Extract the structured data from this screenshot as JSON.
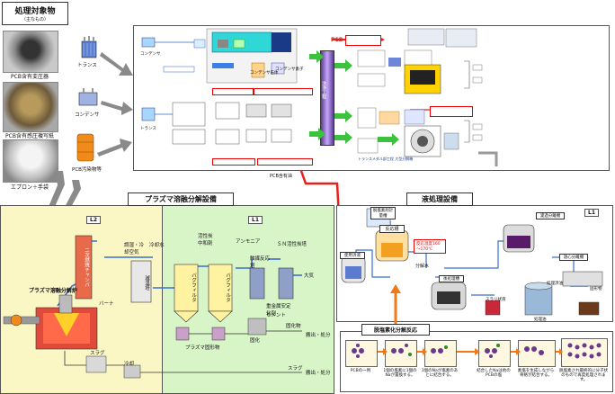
{
  "header": {
    "title": "処理対象物",
    "subtitle": "（主なもの）"
  },
  "sources": [
    {
      "caption": "PCB含有変圧器"
    },
    {
      "caption": "PCB含有感圧複写紙"
    },
    {
      "caption": "エプロン＋手袋"
    }
  ],
  "source_icons": {
    "transformer": "トランス",
    "capacitor": "コンデンサ",
    "drum": "PCB汚染物等"
  },
  "top_process": {
    "items": [
      "コンデンサ",
      "トランス",
      "コンデンサ缶体",
      "コンデンサ素子"
    ],
    "pcb_label": "PCB",
    "pcb_oil_label": "PCB含有油",
    "vertical_label": "洗浄工程",
    "bottom_label": "トランスメダル部工程 大型分解機"
  },
  "plasma_unit": {
    "title": "プラズマ溶融分解設備",
    "zone_l2": "L2",
    "zone_l1": "L1",
    "furnace": "プラズマ溶融分解炉",
    "secondary_chamber": "二次燃焼チャンバ",
    "burner": "バーナ",
    "cooling_tower_inputs": "調湿・冷却空気",
    "cooling_water": "冷却水",
    "cooling_tower": "減温塔",
    "activated_carbon": "活性炭",
    "neutralizer": "中和剤",
    "bag_filter_1": "バグフィルタ",
    "bag_filter_2": "バグフィルタ",
    "ammonia": "アンモニア",
    "catalyst_tower": "触媒反応塔",
    "sn_tower": "ＳＮ活性炭塔",
    "atmosphere": "大気",
    "heavy_metals": "重金属安定化剤",
    "cement": "セメント",
    "plasma_solids": "プラズマ固形物",
    "solidify": "固化",
    "solidified": "固化物",
    "disposal_1": "搬出・処分",
    "slag": "スラグ",
    "slag_out": "スラグ",
    "cooling": "冷却",
    "disposal_2": "搬出・処分"
  },
  "liquid_unit": {
    "title": "液処理設備",
    "zone_l1": "L1",
    "dechlor_tank": "脱塩素剤計量槽",
    "reactor": "反応槽",
    "reaction_temp": "反応温度160～170℃",
    "separation": "分解水",
    "post_tank": "後処理槽",
    "treated_oil": "処理油",
    "used_oil_tank": "使用済液",
    "slurry_tank": "スラリ状液",
    "residue": "処理済液",
    "filter_tank": "濾過分離機",
    "centrifuge": "遠心分離機",
    "waste_tank": "処理済油",
    "solids": "固形物"
  },
  "reaction": {
    "title": "脱塩素化分解反応",
    "steps": [
      "PCBの一例",
      "1個の塩素に1個のNaが置換する。",
      "1個のNaが塩素のあとに結合する。",
      "結合したNaは他のPCBの塩",
      "素塩を生成しながら骨格が結合する。",
      "脱塩素され最終的に分子状のもので再度処理されます。"
    ]
  },
  "colors": {
    "green_panel": "#d8f5c8",
    "yellow_panel": "#fbf7c4",
    "liquid_panel": "#ffffff",
    "arrow_red": "#e8201a",
    "arrow_green": "#3cc23c",
    "pipe_blue": "#3a6fd0"
  }
}
